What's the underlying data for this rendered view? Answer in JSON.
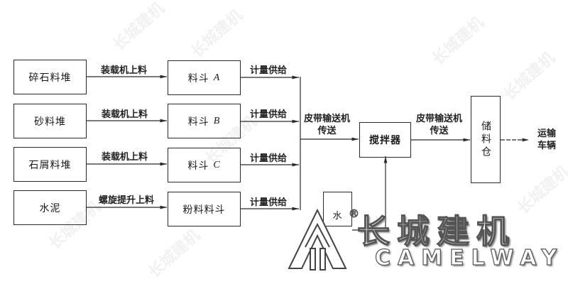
{
  "diagram": {
    "title": "",
    "sources": [
      {
        "id": "gravel",
        "label": "碎石料堆"
      },
      {
        "id": "sand",
        "label": "砂料堆"
      },
      {
        "id": "stone_chips",
        "label": "石屑料堆"
      },
      {
        "id": "cement",
        "label": "水泥"
      }
    ],
    "loading_steps": [
      {
        "label": "装载机上料"
      },
      {
        "label": "装载机上料"
      },
      {
        "label": "装载机上料"
      },
      {
        "label": "螺旋提升上料"
      }
    ],
    "hoppers": [
      {
        "label": "料斗",
        "suffix": "A"
      },
      {
        "label": "料斗",
        "suffix": "B"
      },
      {
        "label": "料斗",
        "suffix": "C"
      },
      {
        "label": "粉料料斗",
        "suffix": ""
      }
    ],
    "feeding_steps": [
      {
        "label": "计量供给"
      },
      {
        "label": "计量供给"
      },
      {
        "label": "计量供给"
      },
      {
        "label": "计量供给"
      }
    ],
    "conveyor_1": {
      "line1": "皮带输送机",
      "line2": "传送"
    },
    "water": {
      "label": "水"
    },
    "mixer": {
      "label": "搅拌器"
    },
    "conveyor_2": {
      "line1": "皮带输送机",
      "line2": "传送"
    },
    "storage_bin": {
      "label": "储料仓"
    },
    "transport": {
      "line1": "运输",
      "line2": "车辆"
    }
  },
  "watermark": {
    "brand_cn": "长城建机",
    "brand_en": "CAMELWAY",
    "registered": "®"
  }
}
